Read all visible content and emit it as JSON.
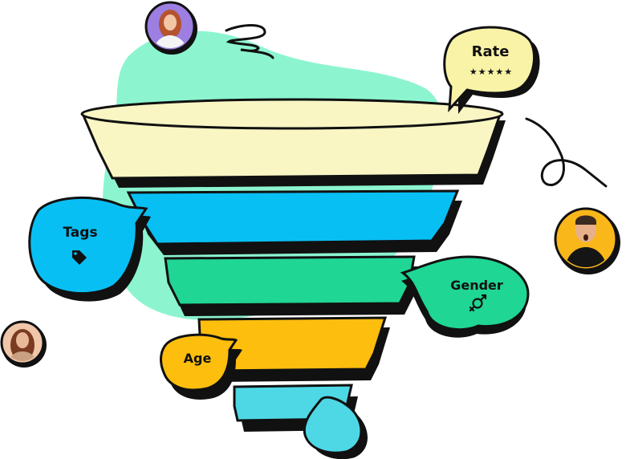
{
  "bubbles": {
    "rate": {
      "label": "Rate",
      "stars": "★★★★★"
    },
    "tags": {
      "label": "Tags",
      "icon": "tag-icon"
    },
    "gender": {
      "label": "Gender",
      "icon": "gender-icon"
    },
    "age": {
      "label": "Age"
    }
  },
  "colors": {
    "blob": "#8cf5d0",
    "funnel_top": "#f9f6c4",
    "funnel_blue": "#08bff4",
    "funnel_green": "#1fd694",
    "funnel_orange": "#fdbe0d",
    "funnel_cyan": "#4ed8e6",
    "bubble_rate": "#f8f3a6",
    "bubble_tags": "#08bff4",
    "bubble_gender": "#1fd694",
    "bubble_age": "#fdbe0d",
    "outline": "#111111"
  },
  "avatars": [
    {
      "name": "avatar-woman-top",
      "bg": "#9c7fe0"
    },
    {
      "name": "avatar-man-right",
      "bg": "#f9b71a"
    },
    {
      "name": "avatar-woman-left",
      "bg": "#f0c7a8"
    }
  ]
}
